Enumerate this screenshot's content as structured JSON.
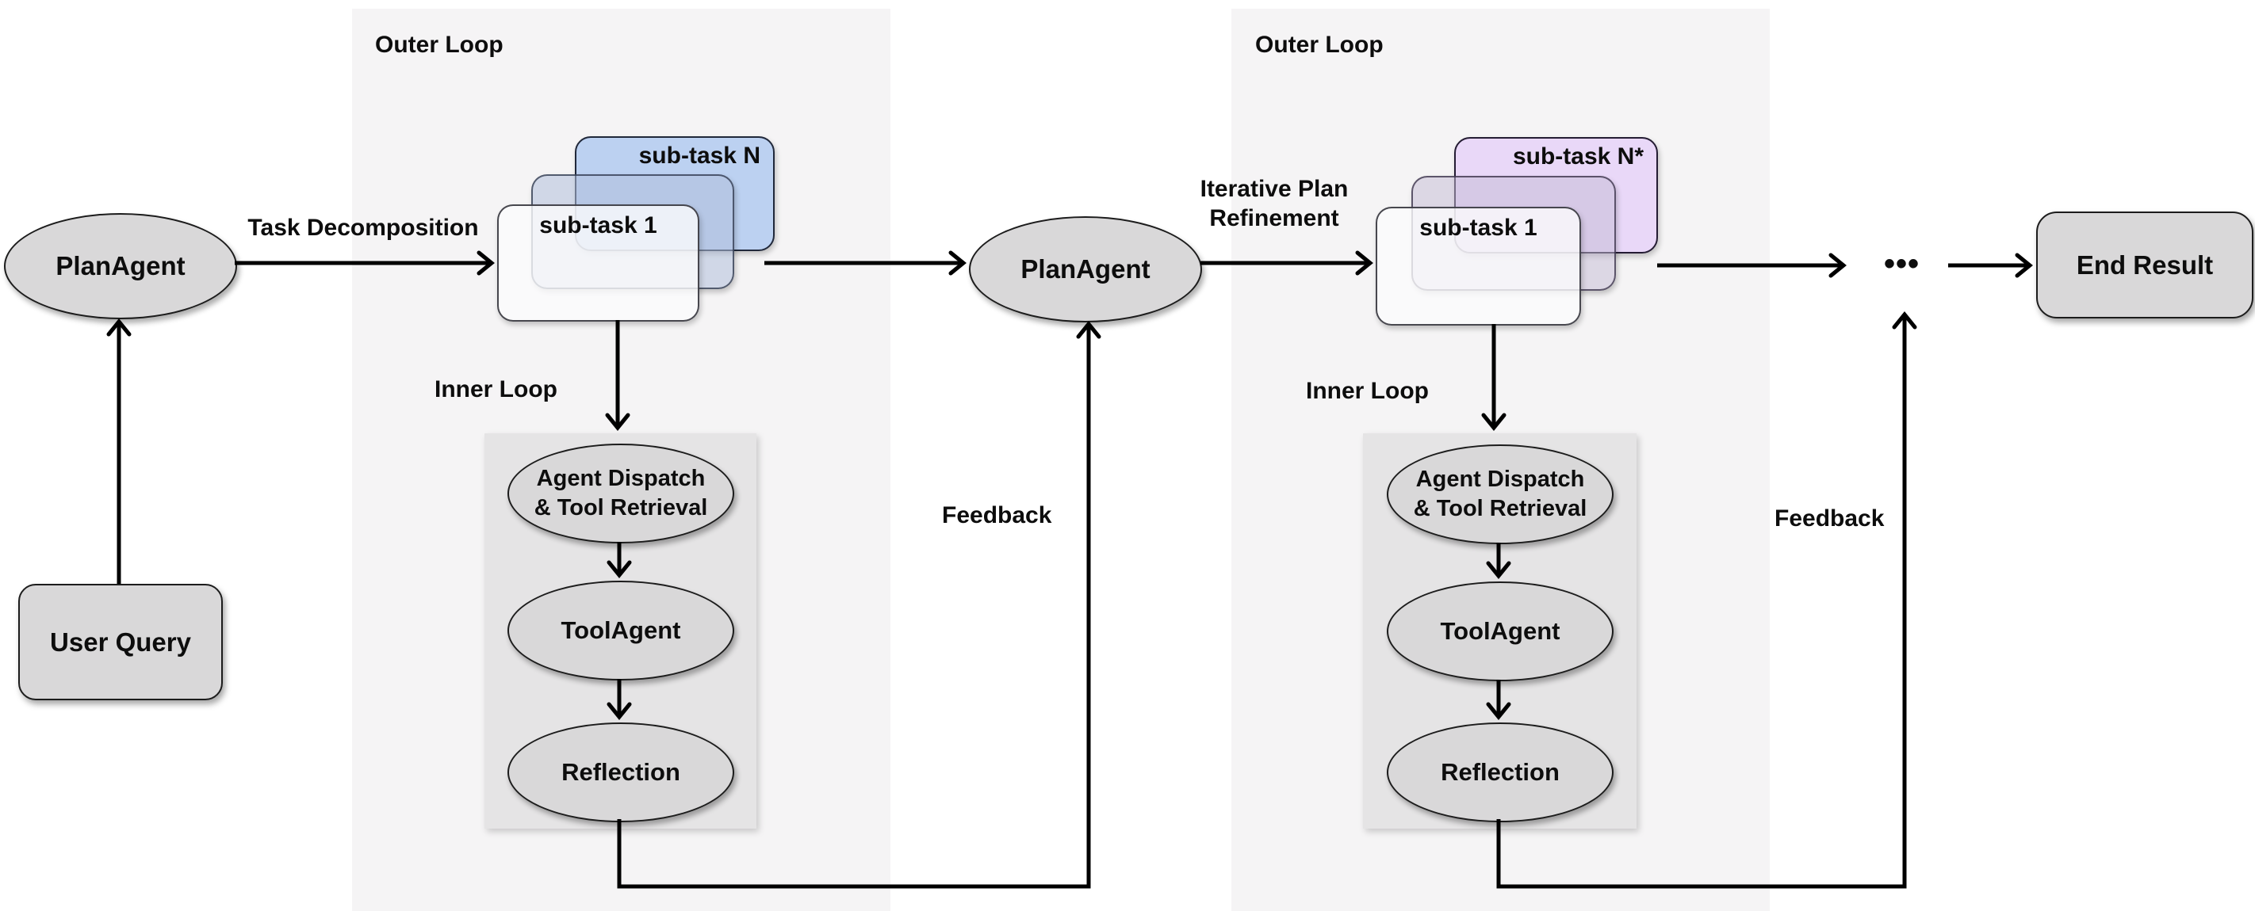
{
  "panels": {
    "outer_loop_1": {
      "label": "Outer Loop"
    },
    "outer_loop_2": {
      "label": "Outer Loop"
    }
  },
  "nodes": {
    "user_query": {
      "label": "User Query"
    },
    "plan_agent_1": {
      "label": "PlanAgent"
    },
    "plan_agent_2": {
      "label": "PlanAgent"
    },
    "end_result": {
      "label": "End Result"
    },
    "subtask_stack_1": {
      "back_label": "sub-task N",
      "front_label": "sub-task 1"
    },
    "subtask_stack_2": {
      "back_label": "sub-task N*",
      "front_label": "sub-task 1"
    },
    "inner_loop_1": {
      "label": "Inner Loop",
      "steps": [
        "Agent Dispatch\n& Tool Retrieval",
        "ToolAgent",
        "Reflection"
      ]
    },
    "inner_loop_2": {
      "label": "Inner Loop",
      "steps": [
        "Agent Dispatch\n& Tool Retrieval",
        "ToolAgent",
        "Reflection"
      ]
    }
  },
  "edges": {
    "task_decomposition_label": "Task Decomposition",
    "iterative_plan_refinement_label": "Iterative Plan\nRefinement",
    "feedback_1_label": "Feedback",
    "feedback_2_label": "Feedback",
    "ellipsis": "•••"
  },
  "colors": {
    "background": "#ffffff",
    "panel": "#f5f4f5",
    "inner_box": "#e5e4e5",
    "node_fill": "#d9d8d9",
    "subtask_back_1": "#bcd1f1",
    "subtask_back_2": "#e9d8f8",
    "stroke": "#1c1c1c"
  }
}
